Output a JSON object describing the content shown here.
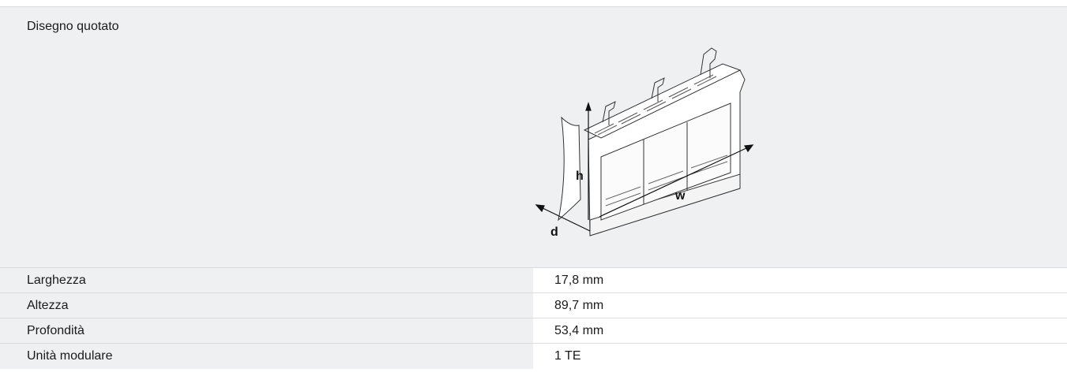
{
  "drawing_row": {
    "label": "Disegno quotato",
    "dimension_labels": {
      "height": "h",
      "width": "w",
      "depth": "d"
    }
  },
  "rows": [
    {
      "label": "Larghezza",
      "value": "17,8 mm"
    },
    {
      "label": "Altezza",
      "value": "89,7 mm"
    },
    {
      "label": "Profondità",
      "value": "53,4 mm"
    },
    {
      "label": "Unità modulare",
      "value": "1 TE"
    }
  ],
  "colors": {
    "label_background": "#eef0f2",
    "divider": "#dcdcdc",
    "text": "#1a1a1a"
  }
}
